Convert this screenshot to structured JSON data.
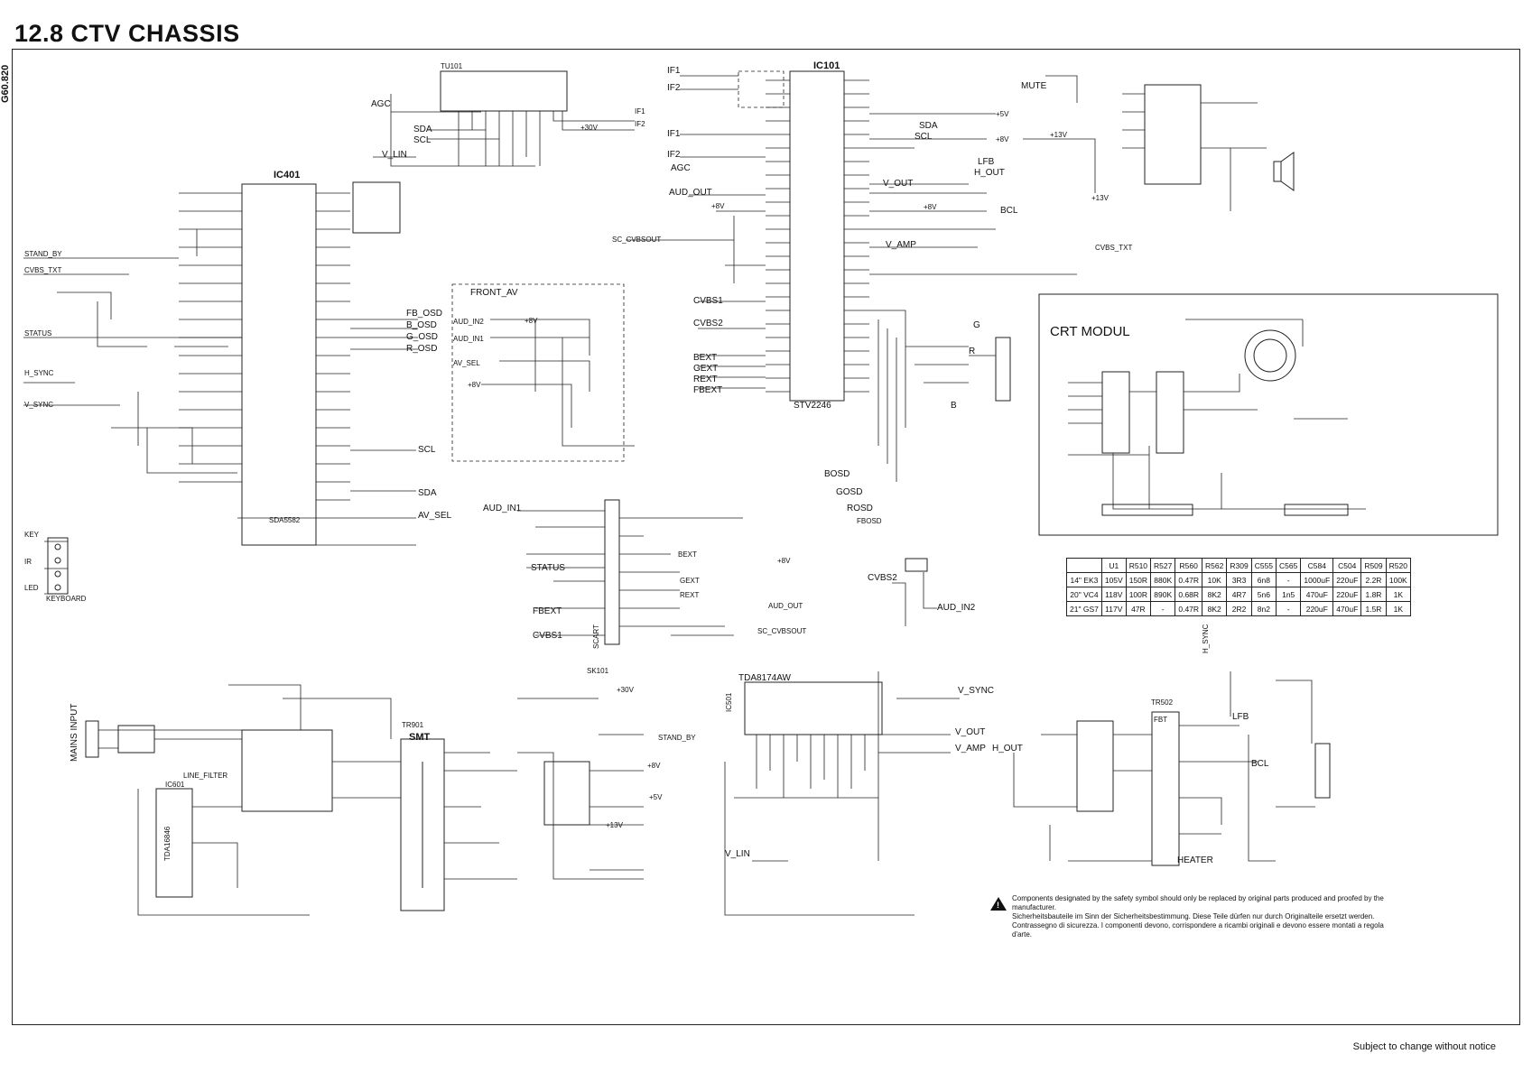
{
  "page": {
    "title": "12.8 CTV CHASSIS",
    "side_code": "G60.820",
    "footer": "Subject to change without notice"
  },
  "ics": {
    "ic401": "IC401",
    "ic401_part": "SDA5582",
    "ic101": "IC101",
    "ic101_part": "STV2246",
    "tu101": "TU101",
    "ic501": "IC501",
    "ic501_part": "TDA8174AW",
    "ic601": "IC601",
    "ic601_part": "TDA16846",
    "tr901": "TR901",
    "tr901_part": "SMT",
    "tr502": "TR502",
    "tr502_part": "FBT",
    "sk101": "SK101",
    "sk101_part": "SCART"
  },
  "sections": {
    "front_av": "FRONT_AV",
    "crt_modul": "CRT MODUL",
    "mains_input": "MAINS INPUT",
    "keyboard": "KEYBOARD"
  },
  "signals": {
    "left": [
      "STAND_BY",
      "CVBS_TXT",
      "STATUS",
      "H_SYNC",
      "V_SYNC",
      "KEY",
      "IR",
      "LED"
    ],
    "ic401_right": [
      "V_LIN",
      "FB_OSD",
      "B_OSD",
      "G_OSD",
      "R_OSD",
      "SCL",
      "SDA",
      "AV_SEL"
    ],
    "tuner": [
      "AGC",
      "SDA",
      "SCL",
      "IF1",
      "IF2",
      "+30V"
    ],
    "front_av": [
      "AUD_IN2",
      "AUD_IN1",
      "AV_SEL",
      "+8V",
      "+8V"
    ],
    "ic101_left": [
      "IF1",
      "IF2",
      "IF1",
      "IF2",
      "AGC",
      "AUD_OUT",
      "+8V",
      "CVBS1",
      "CVBS2",
      "BEXT",
      "GEXT",
      "REXT",
      "FBEXT",
      "SC_CVBSOUT"
    ],
    "ic101_right": [
      "+5V",
      "SDA",
      "SCL",
      "+8V",
      "LFB",
      "H_OUT",
      "V_OUT",
      "+8V",
      "V_AMP",
      "BCL",
      "+13V",
      "MUTE",
      "+13V",
      "CVBS_TXT"
    ],
    "rgb_osd": [
      "BOSD",
      "GOSD",
      "ROSD",
      "FBOSD",
      "R",
      "G",
      "B"
    ],
    "scart": [
      "AUD_IN1",
      "STATUS",
      "FBEXT",
      "CVBS1",
      "BEXT",
      "GEXT",
      "REXT",
      "AUD_OUT",
      "SC_CVBSOUT",
      "+8V",
      "CVBS2",
      "AUD_IN2"
    ],
    "deflection": [
      "V_SYNC",
      "V_OUT",
      "V_AMP",
      "V_LIN",
      "H_SYNC",
      "H_OUT",
      "LFB",
      "BCL",
      "HEATER"
    ],
    "power": [
      "STAND_BY",
      "+8V",
      "+5V",
      "+13V",
      "+30V",
      "LINE_FILTER"
    ]
  },
  "table": {
    "header": [
      "",
      "U1",
      "R510",
      "R527",
      "R560",
      "R562",
      "R309",
      "C555",
      "C565",
      "C584",
      "C504",
      "R509",
      "R520"
    ],
    "rows": [
      [
        "14\" EK3",
        "105V",
        "150R",
        "880K",
        "0.47R",
        "10K",
        "3R3",
        "6n8",
        "-",
        "1000uF",
        "220uF",
        "2.2R",
        "100K"
      ],
      [
        "20\" VC4",
        "118V",
        "100R",
        "890K",
        "0.68R",
        "8K2",
        "4R7",
        "5n6",
        "1n5",
        "470uF",
        "220uF",
        "1.8R",
        "1K"
      ],
      [
        "21\" GS7",
        "117V",
        "47R",
        "-",
        "0.47R",
        "8K2",
        "2R2",
        "8n2",
        "-",
        "220uF",
        "470uF",
        "1.5R",
        "1K"
      ]
    ]
  },
  "notes": [
    "Components designated by the safety symbol should only be replaced by original parts produced and proofed by the manufacturer.",
    "Sicherheitsbauteile im Sinn der Sicherheitsbestimmung. Diese Teile dürfen nur durch Originalteile ersetzt werden.",
    "Contrassegno di sicurezza. I componenti devono, corrispondere a ricambi originali e devono essere montati a regola d'arte."
  ]
}
